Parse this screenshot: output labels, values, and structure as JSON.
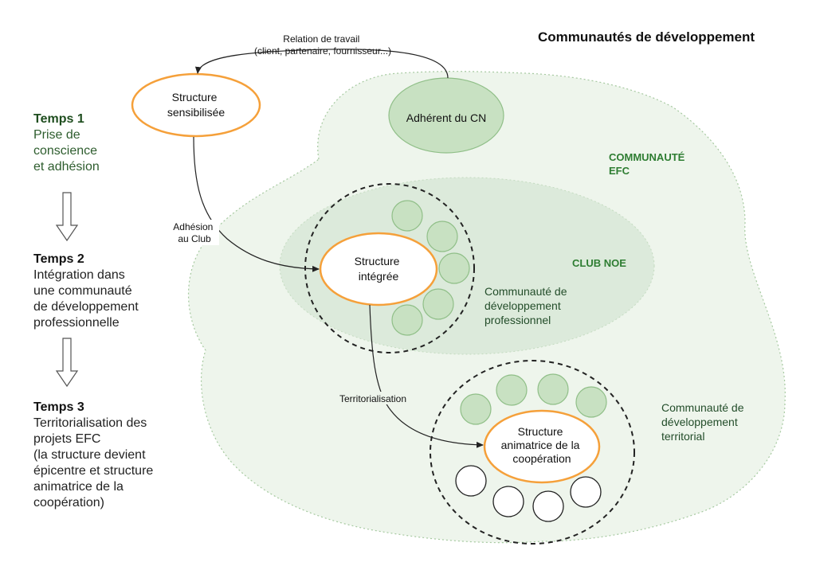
{
  "title": "Communautés de développement",
  "timeline": [
    {
      "title": "Temps 1",
      "lines": [
        "Prise de",
        "conscience",
        "et adhésion"
      ]
    },
    {
      "title": "Temps 2",
      "lines": [
        "Intégration dans",
        "une communauté",
        "de développement",
        "professionnelle"
      ]
    },
    {
      "title": "Temps 3",
      "lines": [
        "Territorialisation des",
        "projets EFC",
        "(la structure devient",
        "épicentre et structure",
        "animatrice de la",
        "coopération)"
      ]
    }
  ],
  "nodes": {
    "structure_sensibilisee": [
      "Structure",
      "sensibilisée"
    ],
    "adherent_cn": "Adhérent du CN",
    "structure_integree": [
      "Structure",
      "intégrée"
    ],
    "structure_animatrice": [
      "Structure",
      "animatrice de la",
      "coopération"
    ]
  },
  "regions": {
    "communaute_efc": [
      "COMMUNAUTÉ",
      "EFC"
    ],
    "club_noe": "CLUB NOE",
    "dev_pro": [
      "Communauté de",
      "développement",
      "professionnel"
    ],
    "dev_terr": [
      "Communauté de",
      "développement",
      "territorial"
    ]
  },
  "edges": {
    "relation": [
      "Relation de travail",
      "(client, partenaire, fournisseur...)"
    ],
    "adhesion": [
      "Adhésion",
      "au Club"
    ],
    "territorialisation": "Territorialisation"
  },
  "colors": {
    "orange": "#f5a03a",
    "green_fill": "#c8e1c2",
    "green_stroke": "#90bf88",
    "cloud_fill": "#eef5ec",
    "ellipse_fill": "#dceadb",
    "label_green": "#2e7d32"
  }
}
